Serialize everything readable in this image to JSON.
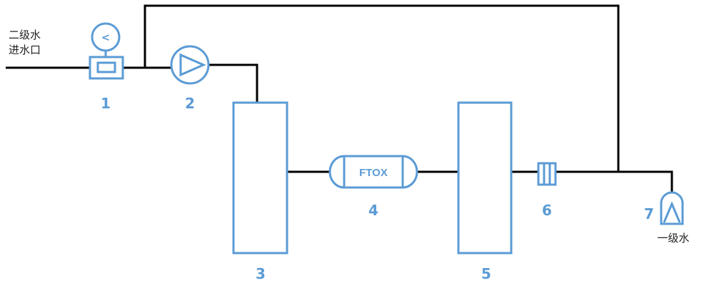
{
  "labels": {
    "inlet_line1": "二级水",
    "inlet_line2": "进水口",
    "outlet": "一级水"
  },
  "equipment": [
    {
      "number": "1"
    },
    {
      "number": "2"
    },
    {
      "number": "3"
    },
    {
      "number": "4",
      "text": "FTOX"
    },
    {
      "number": "5"
    },
    {
      "number": "6"
    },
    {
      "number": "7"
    }
  ],
  "gauge_symbol": "<",
  "colors": {
    "equipment": "#5b9bd5",
    "pipe": "#000000",
    "label_text": "#222222"
  }
}
